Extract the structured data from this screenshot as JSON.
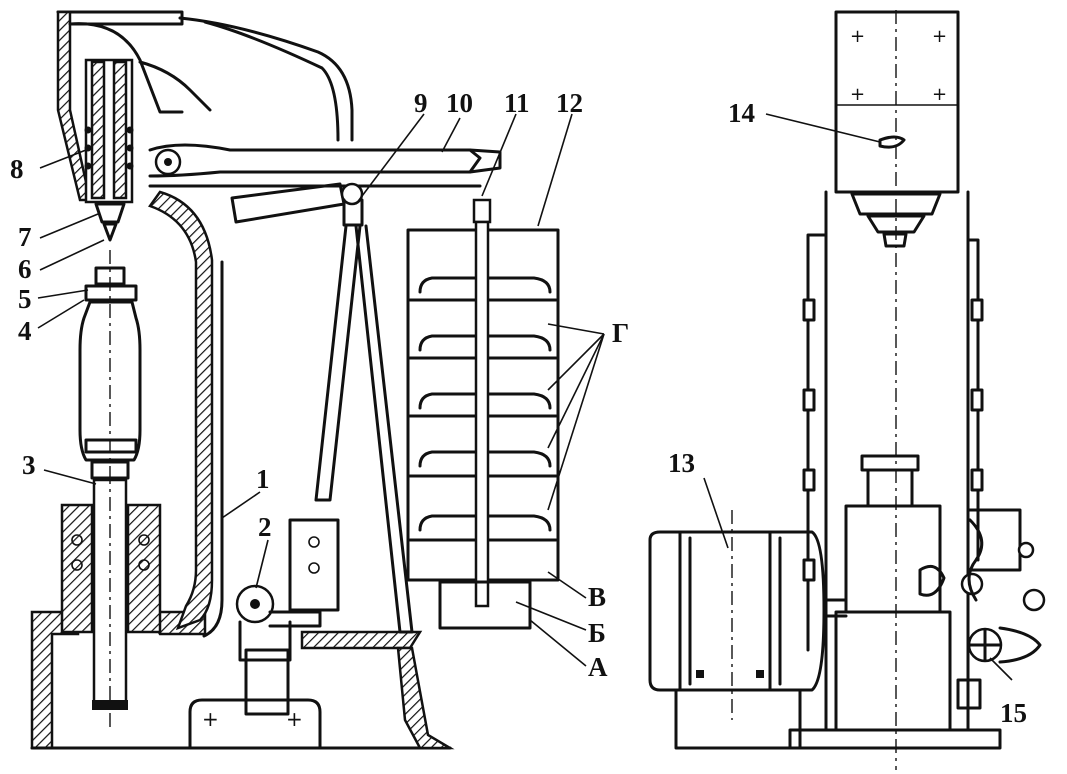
{
  "labels": {
    "l1": "1",
    "l2": "2",
    "l3": "3",
    "l4": "4",
    "l5": "5",
    "l6": "6",
    "l7": "7",
    "l8": "8",
    "l9": "9",
    "l10": "10",
    "l11": "11",
    "l12": "12",
    "l13": "13",
    "l14": "14",
    "l15": "15",
    "lA": "А",
    "lB": "Б",
    "lV": "В",
    "lG": "Г"
  }
}
